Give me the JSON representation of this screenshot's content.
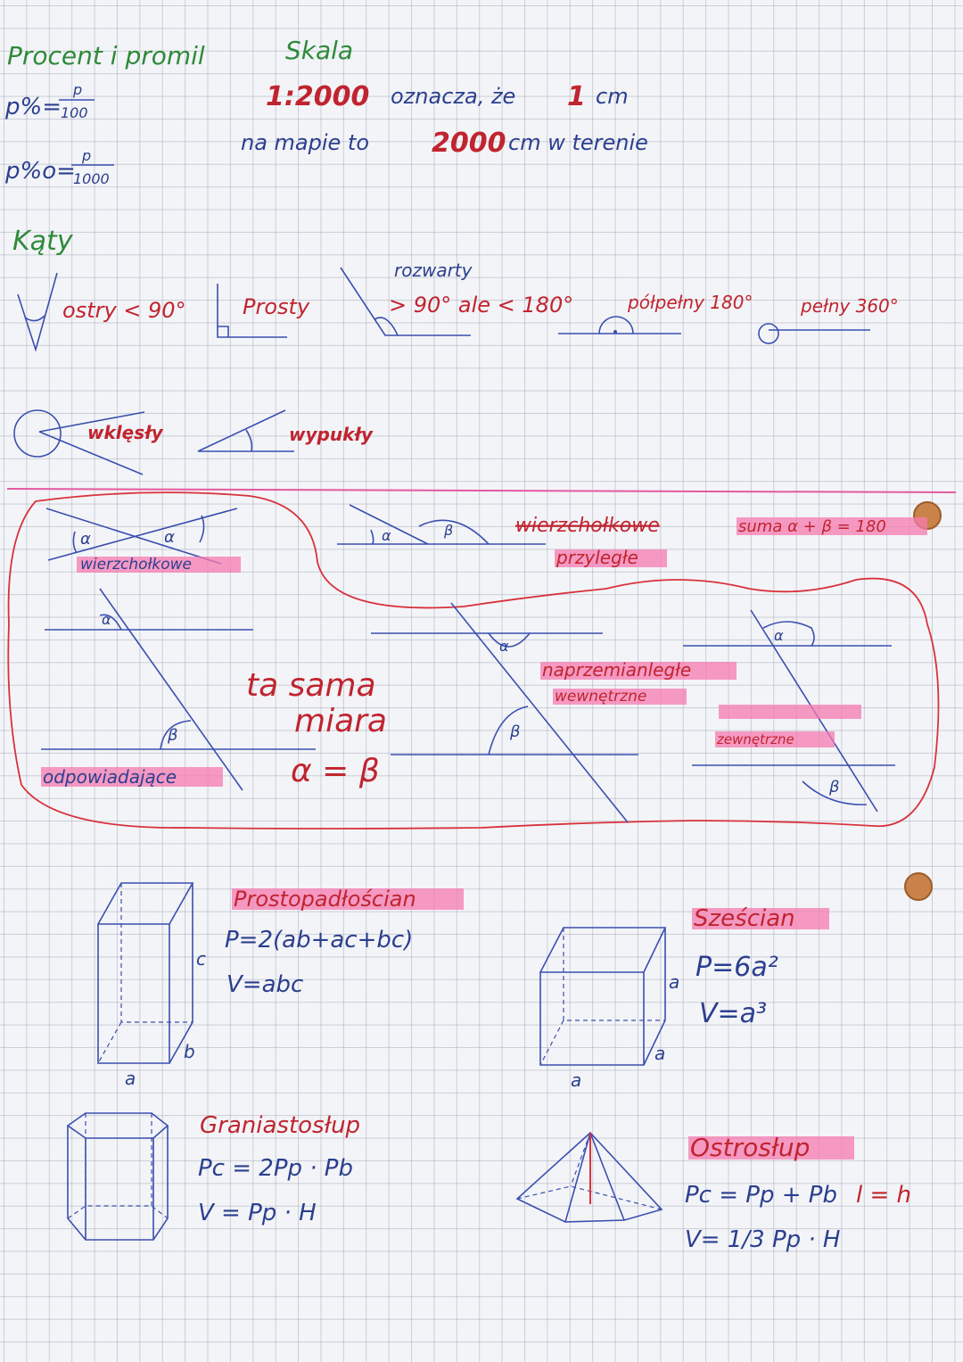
{
  "percent": {
    "heading": "Procent i promil",
    "percent_lhs": "p%=",
    "percent_num": "p",
    "percent_den": "100",
    "permille_lhs": "p%o=",
    "permille_num": "p",
    "permille_den": "1000"
  },
  "scale": {
    "heading": "Skala",
    "line1_ratio": "1:2000",
    "line1_text": "oznacza, że",
    "line1_one": "1",
    "line1_unit": "cm",
    "line2_pre": "na mapie to",
    "line2_value": "2000",
    "line2_post": "cm w terenie"
  },
  "angles": {
    "heading": "Kąty",
    "acute": "ostry < 90°",
    "right": "Prosty",
    "obtuse_label": "rozwarty",
    "obtuse_rule": "> 90° ale < 180°",
    "straight": "półpełny 180°",
    "full": "pełny 360°",
    "reflex": "wklęsły",
    "convex": "wypukły"
  },
  "angle_pairs": {
    "vertical": "wierzchołkowe",
    "vertical_crossed": "wierzchołkowe",
    "adjacent": "przyległe",
    "sum": "suma α + β = 180",
    "alpha": "α",
    "beta": "β",
    "same_measure_1": "ta sama",
    "same_measure_2": "miara",
    "equality": "α = β",
    "corresponding": "odpowiadające",
    "alternate_1": "naprzemianległe",
    "alternate_2": "wewnętrzne",
    "exterior": "zewnętrzne"
  },
  "solids": {
    "cuboid_title": "Prostopadłościan",
    "cuboid_area": "P=2(ab+ac+bc)",
    "cuboid_volume": "V=abc",
    "label_a": "a",
    "label_b": "b",
    "label_c": "c",
    "cube_title": "Sześcian",
    "cube_area": "P=6a²",
    "cube_volume": "V=a³",
    "prism_title": "Graniastosłup",
    "prism_area": "Pc = 2Pp · Pb",
    "prism_volume": "V = Pp · H",
    "pyramid_title": "Ostrosłup",
    "pyramid_area": "Pc = Pp + Pb",
    "pyramid_volume": "V= 1/3 Pp · H",
    "pyramid_note": "l = h"
  },
  "colors": {
    "green_ink": "#2f8a3a",
    "red_ink": "#c0242f",
    "blue_ink": "#2b3f8f",
    "highlighter": "#f57bb0",
    "grid": "#787d96"
  }
}
